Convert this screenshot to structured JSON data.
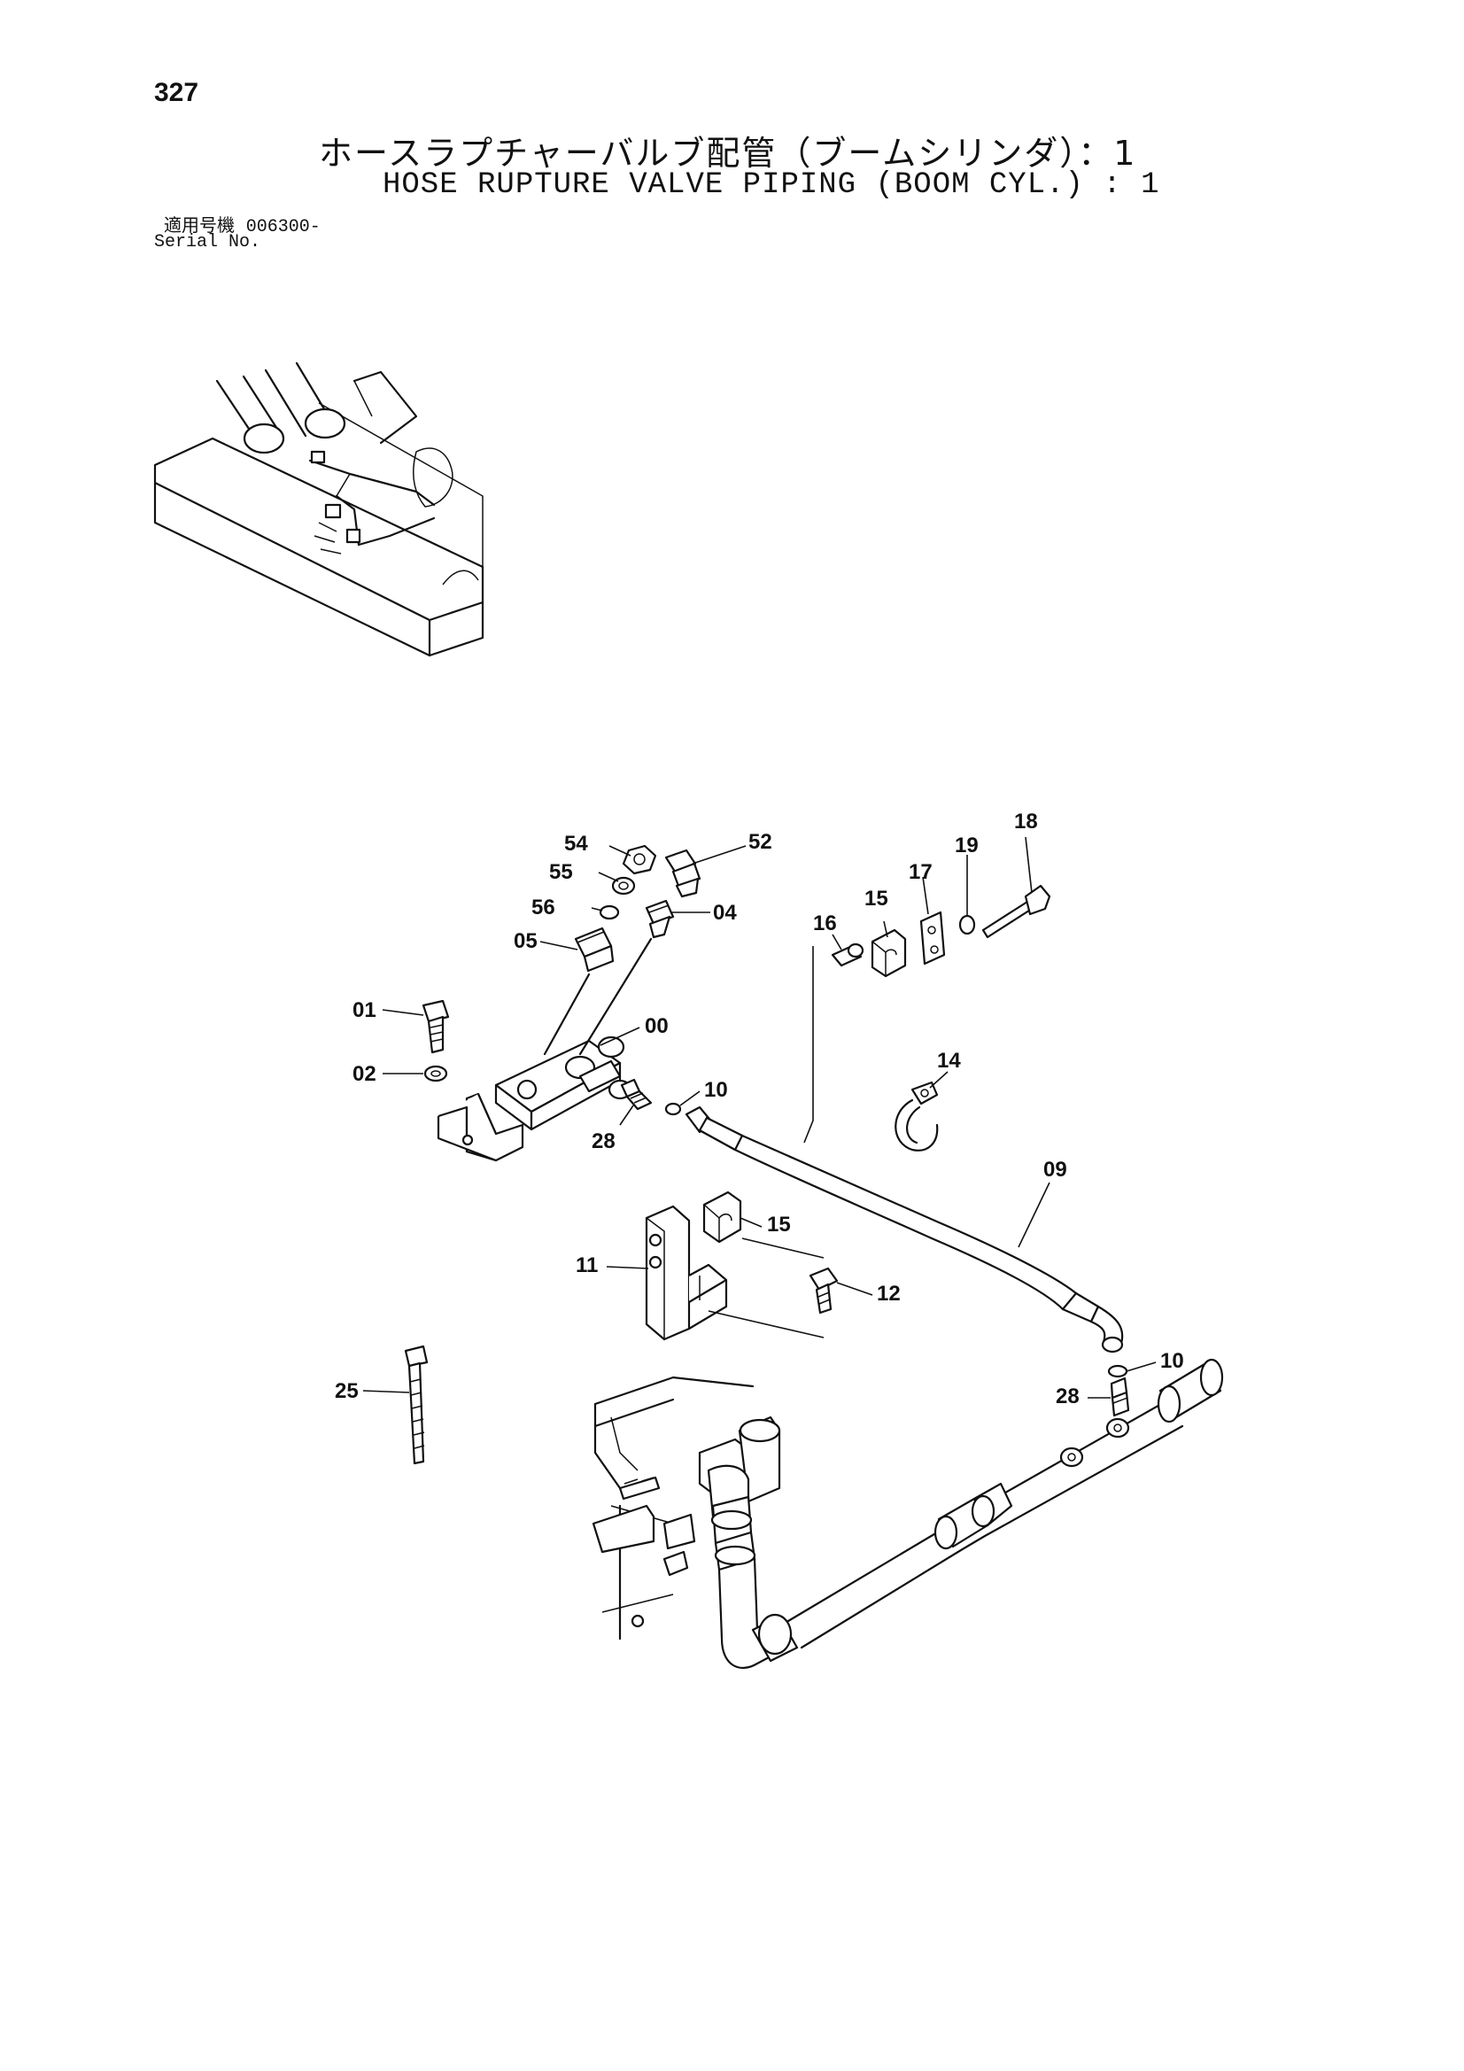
{
  "header": {
    "page_number": "327",
    "title_jp": "ホースラプチャーバルブ配管（ブームシリンダ）：1",
    "title_en": "HOSE RUPTURE VALVE PIPING (BOOM CYL.) : 1",
    "serial_label_jp": "適用号機",
    "serial_value": "006300-",
    "serial_label_en": "Serial No."
  },
  "parts": {
    "p54": "54",
    "p55": "55",
    "p56": "56",
    "p52": "52",
    "p04": "04",
    "p05": "05",
    "p01": "01",
    "p02": "02",
    "p00": "00",
    "p28a": "28",
    "p10a": "10",
    "p16": "16",
    "p15a": "15",
    "p17": "17",
    "p19": "19",
    "p18": "18",
    "p14": "14",
    "p09": "09",
    "p15b": "15",
    "p11": "11",
    "p12": "12",
    "p10b": "10",
    "p28b": "28",
    "p25": "25"
  }
}
